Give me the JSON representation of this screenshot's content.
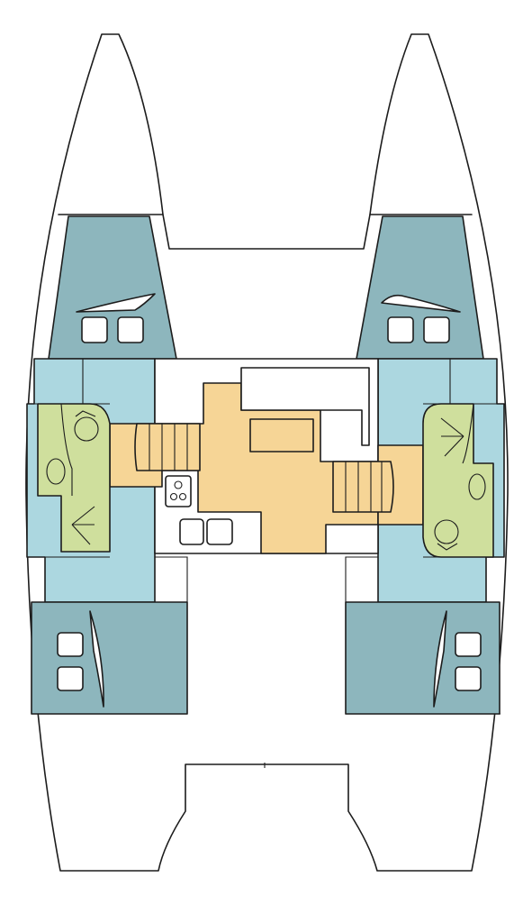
{
  "diagram": {
    "type": "catamaran-layout-floor-plan",
    "colors": {
      "outline": "#1c1c1c",
      "background": "#ffffff",
      "cabin": "#8db6bd",
      "passage": "#acd7e0",
      "bathroom": "#cfdf9d",
      "saloon": "#f6d596",
      "furniture": "#ffffff"
    },
    "hulls": [
      "port-hull",
      "starboard-hull"
    ],
    "cabins": [
      "front-left",
      "front-right",
      "rear-left",
      "rear-right"
    ],
    "bathrooms": [
      "left",
      "right"
    ],
    "icons": [
      "stove-icon",
      "sink-icon",
      "toilet-icon",
      "hatch-icon"
    ]
  }
}
